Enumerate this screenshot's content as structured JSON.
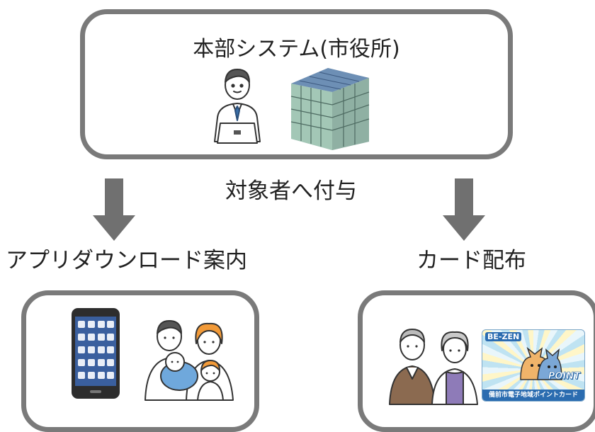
{
  "headquarters": {
    "title": "本部システム(市役所)",
    "icons": [
      "office-worker-laptop-icon",
      "city-hall-building-icon"
    ]
  },
  "flow": {
    "grant_label": "対象者へ付与",
    "arrow_color": "#707070"
  },
  "branches": [
    {
      "label": "アプリダウンロード案内",
      "icons": [
        "smartphone-icon",
        "family-icon"
      ]
    },
    {
      "label": "カード配布",
      "icons": [
        "elderly-couple-icon",
        "point-card-icon"
      ]
    }
  ],
  "point_card": {
    "brand_text": "BE-ZEN",
    "point_text": "POINT",
    "footer_text": "備前市電子地域ポイントカード"
  },
  "colors": {
    "border": "#7a7a7a",
    "arrow": "#707070"
  }
}
